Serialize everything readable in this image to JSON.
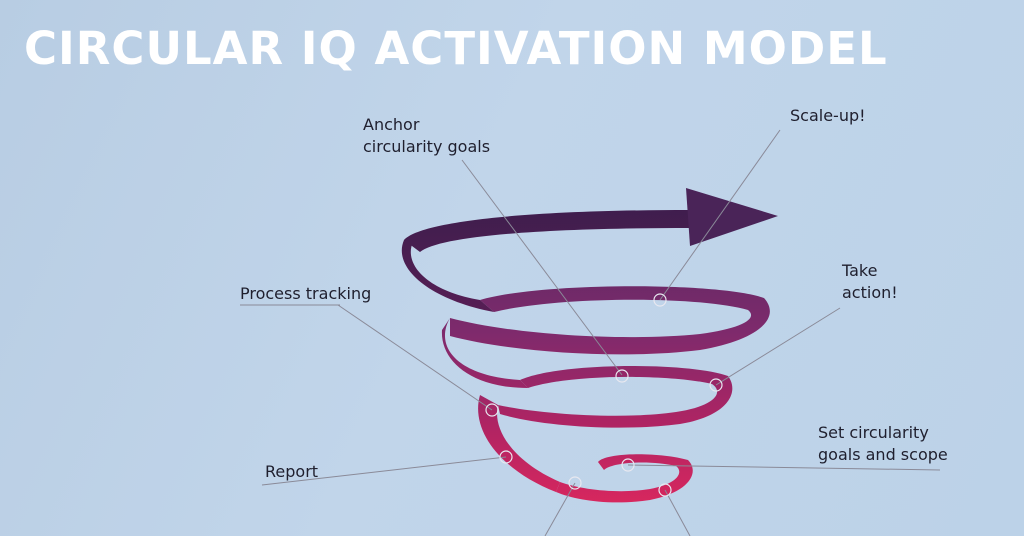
{
  "title": "CIRCULAR IQ ACTIVATION MODEL",
  "labels": {
    "anchor_line1": "Anchor",
    "anchor_line2": "circularity goals",
    "scale_up": "Scale-up!",
    "take_line1": "Take",
    "take_line2": "action!",
    "process": "Process tracking",
    "set_line1": "Set circularity",
    "set_line2": "goals and scope",
    "report": "Report"
  },
  "colors": {
    "spiral_top": "#5b2766",
    "spiral_bottom": "#d6235c",
    "leader_line": "#7a7a86",
    "title": "#ffffff"
  }
}
